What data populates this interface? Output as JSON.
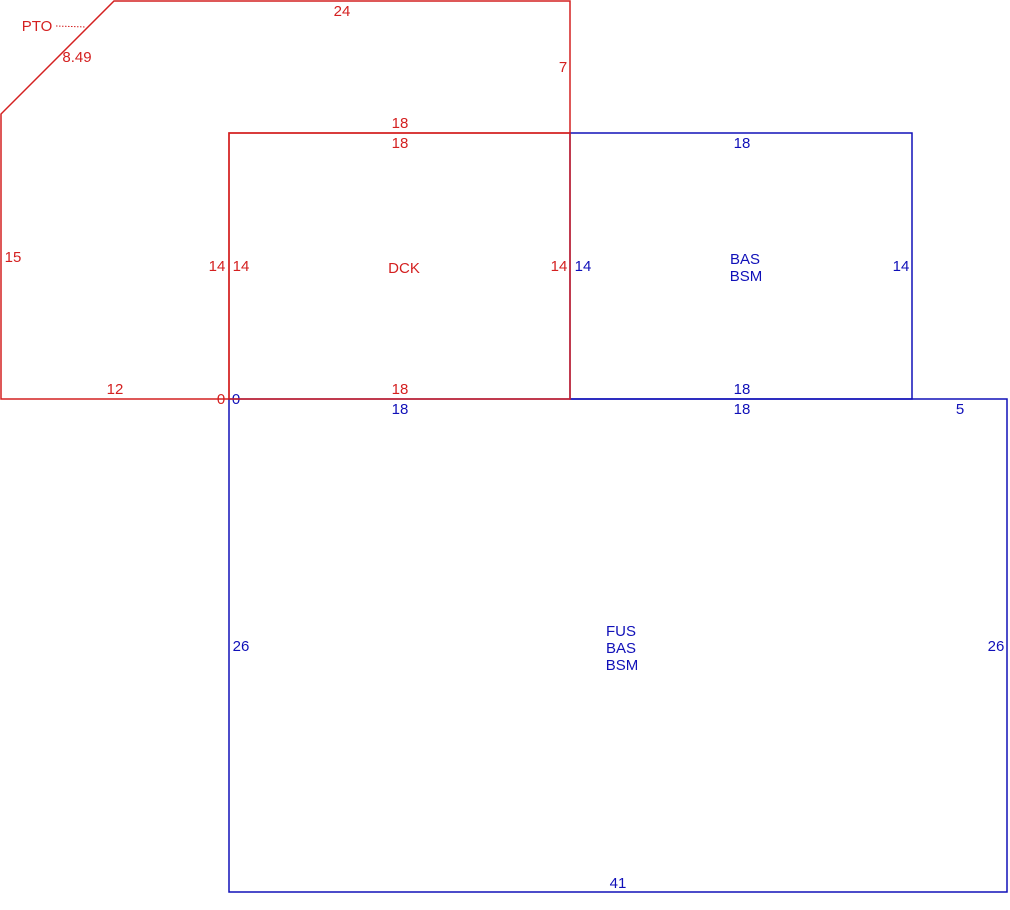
{
  "colors": {
    "red": "#d42020",
    "blue": "#1010b8"
  },
  "pto": {
    "label": "PTO",
    "edge_labels": {
      "top": "24",
      "diagonal": "8.49",
      "right": "7",
      "left": "15",
      "bottom": "12",
      "bottom_corner": "0"
    }
  },
  "dck": {
    "label": "DCK",
    "edge_labels": {
      "top_outer": "18",
      "top_inner": "18",
      "left_outer": "14",
      "left_inner": "14",
      "right_inner": "14",
      "bottom": "18"
    }
  },
  "bas_upper": {
    "label_lines": [
      "BAS",
      "BSM"
    ],
    "edge_labels": {
      "top": "18",
      "left": "14",
      "right": "14",
      "bottom": "18"
    }
  },
  "fus_lower": {
    "label_lines": [
      "FUS",
      "BAS",
      "BSM"
    ],
    "edge_labels": {
      "top_left": "18",
      "top_right": "18",
      "top_corner": "5",
      "left": "26",
      "right": "26",
      "bottom": "41",
      "top_left_corner": "0"
    }
  }
}
